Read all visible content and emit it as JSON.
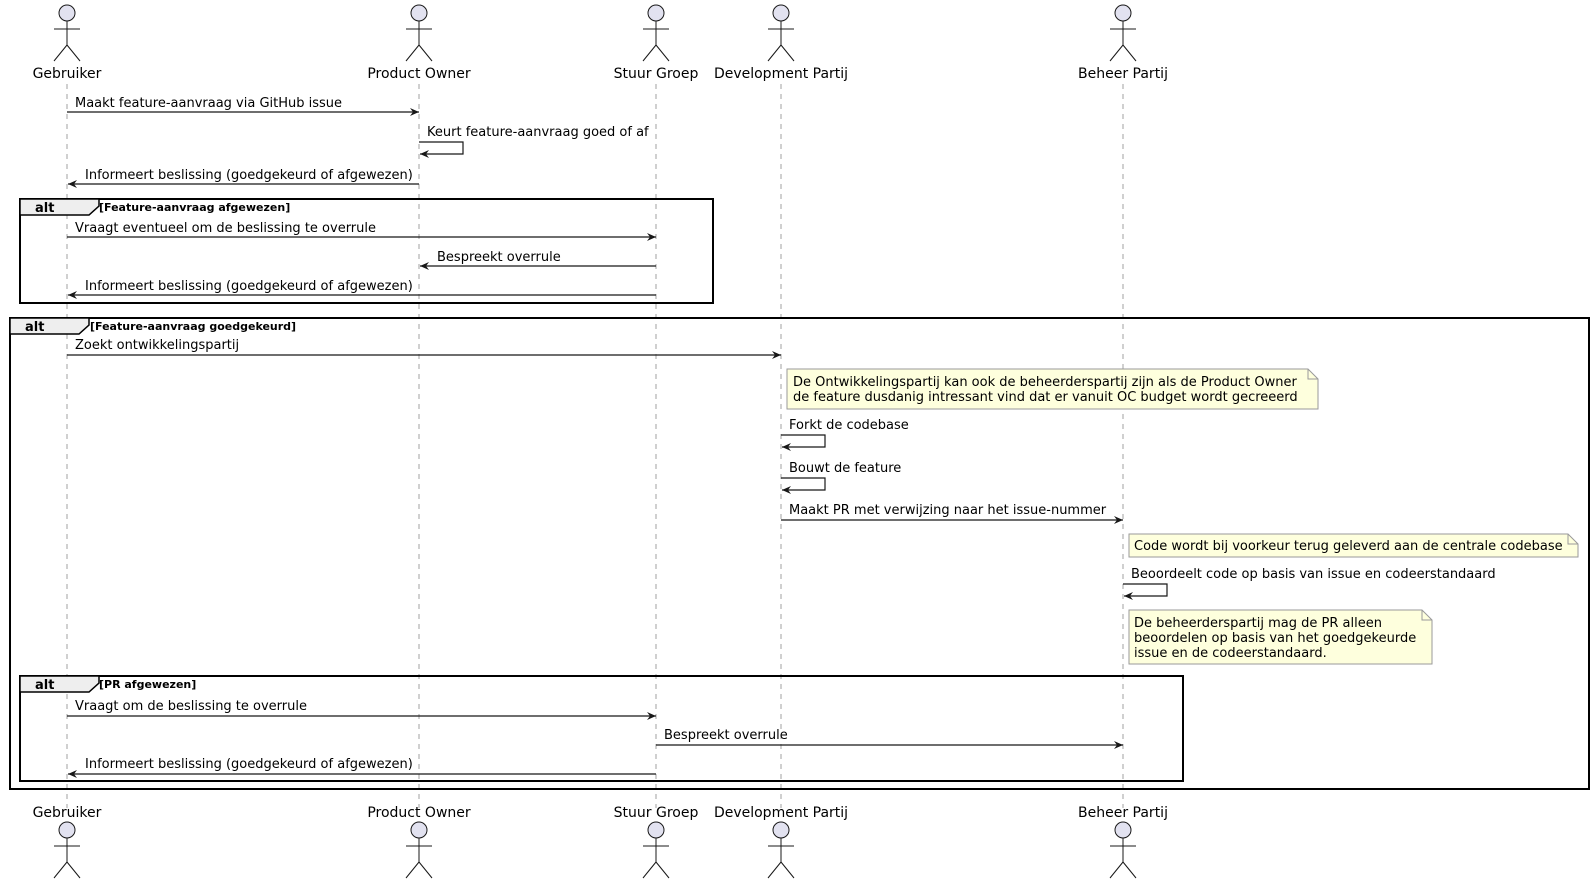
{
  "actors": [
    {
      "id": "gebruiker",
      "name": "Gebruiker"
    },
    {
      "id": "po",
      "name": "Product Owner"
    },
    {
      "id": "sg",
      "name": "Stuur Groep"
    },
    {
      "id": "dev",
      "name": "Development Partij"
    },
    {
      "id": "beheer",
      "name": "Beheer Partij"
    }
  ],
  "messages": {
    "m1": "Maakt feature-aanvraag via GitHub issue",
    "m2": "Keurt feature-aanvraag goed of af",
    "m3": "Informeert beslissing (goedgekeurd of afgewezen)",
    "m4": "Vraagt eventueel om de beslissing te overrule",
    "m5": "Bespreekt overrule",
    "m6": "Informeert beslissing (goedgekeurd of afgewezen)",
    "m7": "Zoekt ontwikkelingspartij",
    "m8": "Forkt de codebase",
    "m9": "Bouwt de feature",
    "m10": "Maakt PR met verwijzing naar het issue-nummer",
    "m11": "Beoordeelt code op basis van issue en codeerstandaard",
    "m12": "Vraagt om de beslissing te overrule",
    "m13": "Bespreekt overrule",
    "m14": "Informeert beslissing (goedgekeurd of afgewezen)"
  },
  "fragments": {
    "f1": {
      "keyword": "alt",
      "condition": "[Feature-aanvraag afgewezen]"
    },
    "f2": {
      "keyword": "alt",
      "condition": "[Feature-aanvraag goedgekeurd]"
    },
    "f3": {
      "keyword": "alt",
      "condition": "[PR afgewezen]"
    }
  },
  "notes": {
    "n1": [
      "De Ontwikkelingspartij kan ook de beheerderspartij zijn als de Product Owner",
      "de feature dusdanig intressant vind dat er vanuit OC budget wordt gecreeerd"
    ],
    "n2": [
      "Code wordt bij voorkeur terug geleverd aan de centrale codebase"
    ],
    "n3": [
      "De beheerderspartij mag de PR alleen",
      "beoordelen op basis van het goedgekeurde",
      "issue en de codeerstandaard."
    ]
  },
  "colors": {
    "actor_fill": "#e2e2f0",
    "note_fill": "#feffdd",
    "note_border": "#9a9a9a",
    "fragment_tab_fill": "#eeeeee",
    "line": "#181818"
  }
}
